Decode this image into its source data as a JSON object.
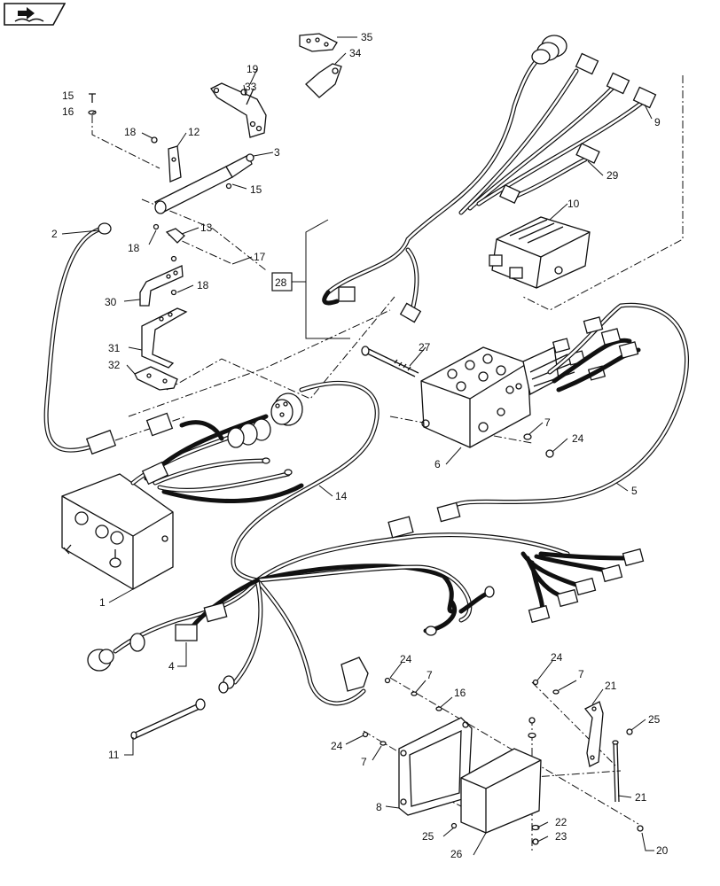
{
  "nav_icon": "book-page-arrow-icon",
  "callouts": {
    "c1": "1",
    "c2": "2",
    "c3": "3",
    "c4": "4",
    "c5": "5",
    "c6": "6",
    "c7a": "7",
    "c7b": "7",
    "c7c": "7",
    "c7d": "7",
    "c8": "8",
    "c9": "9",
    "c10": "10",
    "c11": "11",
    "c12": "12",
    "c13": "13",
    "c14": "14",
    "c15a": "15",
    "c15b": "15",
    "c16a": "16",
    "c16b": "16",
    "c17": "17",
    "c18a": "18",
    "c18b": "18",
    "c18c": "18",
    "c19": "19",
    "c20": "20",
    "c21a": "21",
    "c21b": "21",
    "c22": "22",
    "c23": "23",
    "c24a": "24",
    "c24b": "24",
    "c24c": "24",
    "c24d": "24",
    "c25a": "25",
    "c25b": "25",
    "c26": "26",
    "c27": "27",
    "c28": "28",
    "c29": "29",
    "c30": "30",
    "c31": "31",
    "c32": "32",
    "c33": "33",
    "c34": "34",
    "c35": "35"
  }
}
